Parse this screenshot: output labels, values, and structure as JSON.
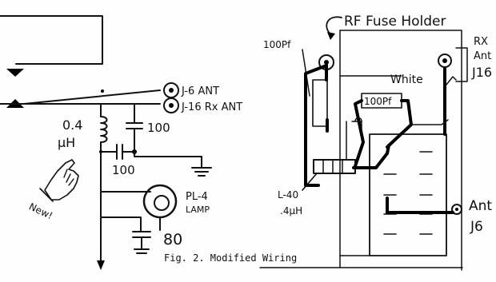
{
  "left_schematic": {
    "labels": {
      "j6_ant": "J-6 ANT",
      "j16_rx_ant": "J-16 Rx ANT",
      "inductor_value": "0.4",
      "inductor_unit": "µH",
      "cap_top": "100",
      "cap_series": "100",
      "new_tag": "New!",
      "lamp_name": "PL-4",
      "lamp_sub": "LAMP",
      "cap_bottom": "80"
    }
  },
  "right_wiring": {
    "labels": {
      "fuse_holder": "RF Fuse Holder",
      "cap_100pf_left": "100Pf",
      "cap_100pf_mid": "100Pf",
      "white_wire": "White",
      "rx_ant_1": "RX",
      "rx_ant_2": "Ant",
      "rx_ant_3": "J16",
      "coil_name": "L-40",
      "coil_value": ".4µH",
      "ant_j6_1": "Ant",
      "ant_j6_2": "J6"
    }
  },
  "caption": "Fig. 2. Modified Wiring"
}
